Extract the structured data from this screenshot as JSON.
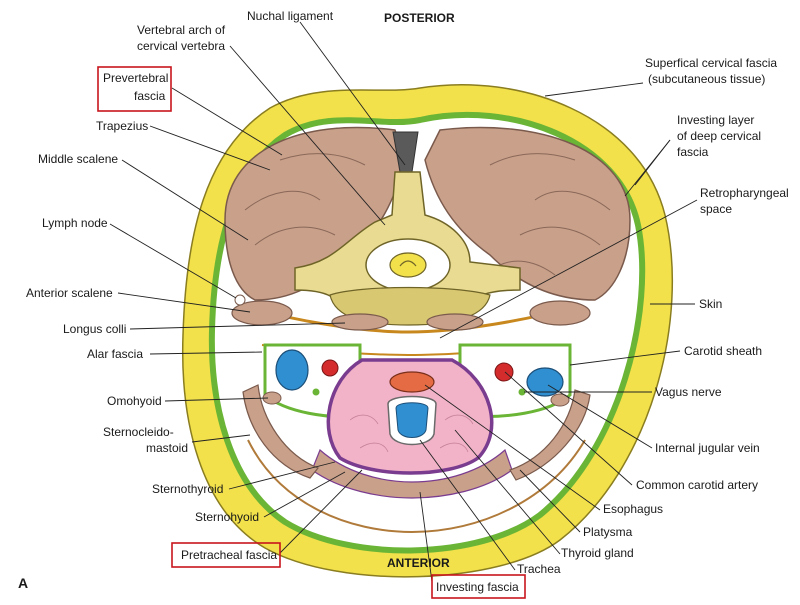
{
  "orientation": {
    "top": "POSTERIOR",
    "bottom": "ANTERIOR"
  },
  "panel_letter": "A",
  "labels": {
    "nuchal_ligament": "Nuchal ligament",
    "vertebral_arch_1": "Vertebral arch of",
    "vertebral_arch_2": "cervical vertebra",
    "prevertebral_1": "Prevertebral",
    "prevertebral_2": "fascia",
    "trapezius": "Trapezius",
    "middle_scalene": "Middle scalene",
    "lymph_node": "Lymph node",
    "anterior_scalene": "Anterior scalene",
    "longus_colli": "Longus colli",
    "alar_fascia": "Alar fascia",
    "omohyoid": "Omohyoid",
    "scm_1": "Sternocleido-",
    "scm_2": "mastoid",
    "sternothyroid": "Sternothyroid",
    "sternohyoid": "Sternohyoid",
    "pretracheal_fascia": "Pretracheal fascia",
    "investing_fascia": "Investing fascia",
    "trachea": "Trachea",
    "thyroid_gland": "Thyroid gland",
    "platysma": "Platysma",
    "esophagus": "Esophagus",
    "common_carotid": "Common carotid artery",
    "internal_jugular": "Internal jugular vein",
    "vagus_nerve": "Vagus nerve",
    "carotid_sheath": "Carotid sheath",
    "skin": "Skin",
    "retropharyngeal_1": "Retropharyngeal",
    "retropharyngeal_2": "space",
    "investing_layer_1": "Investing layer",
    "investing_layer_2": "of deep cervical",
    "investing_layer_3": "fascia",
    "superficial_1": "Superfical cervical fascia",
    "superficial_2": "(subcutaneous tissue)"
  },
  "highlighted_labels": [
    "prevertebral",
    "pretracheal_fascia",
    "investing_fascia"
  ],
  "colors": {
    "subcutaneous": "#f2e14a",
    "muscle": "#c9a08a",
    "muscle_outline": "#7a5a4c",
    "investing_layer": "#6bb536",
    "fascia_line": "#c8881e",
    "bone": "#e9dc92",
    "visceral_fascia": "#7a3c8f",
    "thyroid": "#f2b3c8",
    "vein": "#2f8fd0",
    "artery": "#d42c2c",
    "highlight_box": "#c8161d"
  }
}
